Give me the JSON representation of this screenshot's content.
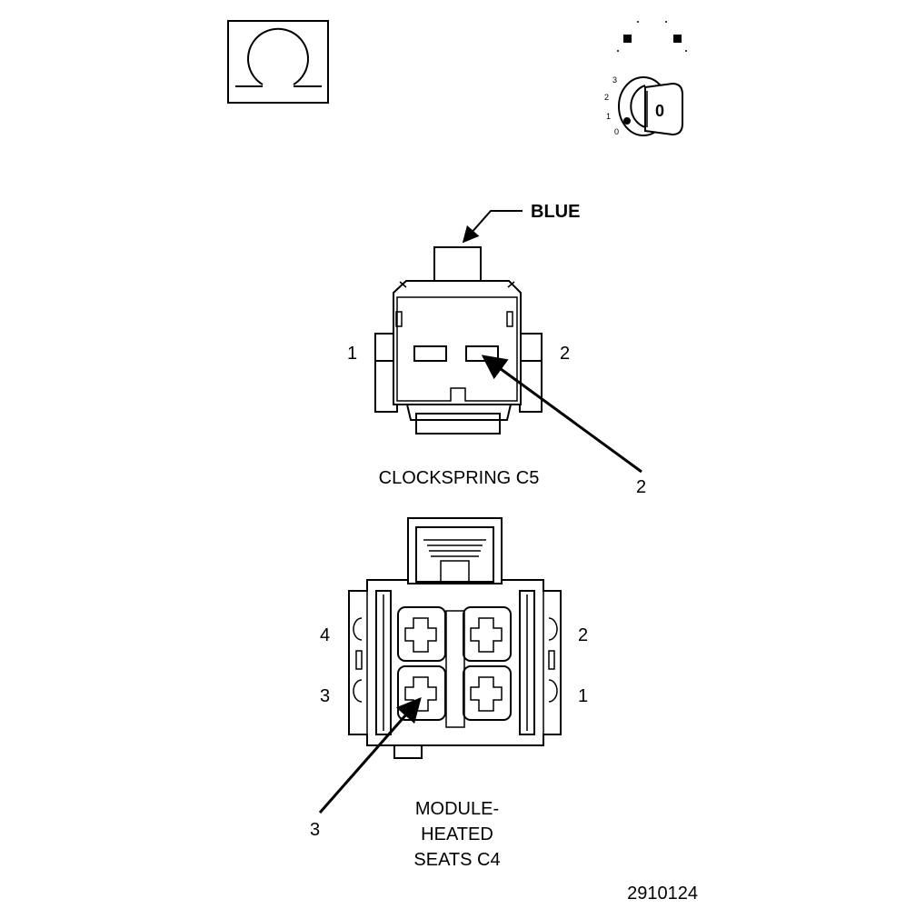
{
  "symbols": {
    "ohmmeter_icon": "ohm-symbol-icon",
    "ignition_icon": "ignition-key-icon",
    "ignition": {
      "positions": [
        "3",
        "2",
        "1",
        "0"
      ],
      "key_text": "0"
    }
  },
  "clockspring": {
    "wire_color_label": "BLUE",
    "pin_left": "1",
    "pin_right": "2",
    "callout": "2",
    "title": "CLOCKSPRING C5"
  },
  "module": {
    "pin_top_left": "4",
    "pin_bottom_left": "3",
    "pin_top_right": "2",
    "pin_bottom_right": "1",
    "callout": "3",
    "title_lines": [
      "MODULE-",
      "HEATED",
      "SEATS C4"
    ]
  },
  "figure_id": "2910124",
  "colors": {
    "ink": "#000000",
    "paper": "#ffffff"
  }
}
